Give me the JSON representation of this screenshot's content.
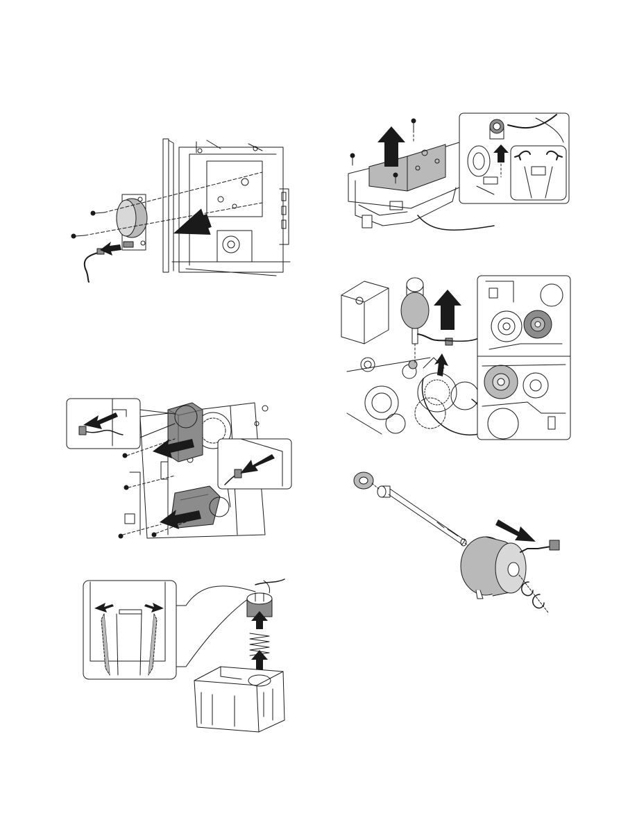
{
  "page": {
    "type": "service-manual-illustration-page",
    "background": "#ffffff",
    "figures": [
      {
        "id": "fig-1",
        "subject": "motor-removal-screws-connector"
      },
      {
        "id": "fig-2",
        "subject": "pcb-unit-removal"
      },
      {
        "id": "fig-3",
        "subject": "solenoid-units-removal-connectors"
      },
      {
        "id": "fig-4",
        "subject": "clutch-removal-with-gear-detail"
      },
      {
        "id": "fig-5",
        "subject": "spring-and-sleeve-removal-tab-detail"
      },
      {
        "id": "fig-6",
        "subject": "shaft-and-motor-removal-e-rings"
      }
    ]
  },
  "colors": {
    "line": "#1a1a1a",
    "part_gray": "#b9b9b9",
    "part_gray_dark": "#8c8c8c",
    "arrow": "#1a1a1a"
  }
}
